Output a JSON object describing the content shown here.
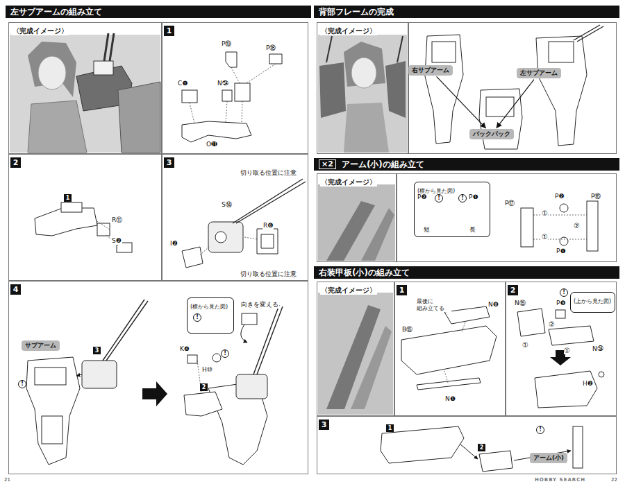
{
  "diagram": {
    "nodes": [
      {
        "text": [
          "左サブアームの組み立て"
        ]
      },
      {
        "text": [
          "〈完成イメージ〉"
        ]
      },
      {
        "text": [
          "1"
        ]
      },
      {
        "text": [
          "2"
        ]
      },
      {
        "text": [
          "3"
        ]
      },
      {
        "text": [
          "4"
        ]
      },
      {
        "text": [
          "サブアーム"
        ],
        "in": 5
      },
      {
        "text": [
          "(横から見た図)"
        ],
        "in": 5
      },
      {
        "text": [
          "背部フレームの完成"
        ]
      },
      {
        "text": [
          "〈完成イメージ〉"
        ]
      },
      {
        "text": [
          "右サブアーム"
        ]
      },
      {
        "text": [
          "左サブアーム"
        ]
      },
      {
        "text": [
          "バックパック"
        ]
      },
      {
        "text": [
          "×2",
          "アーム(小)の組み立て"
        ]
      },
      {
        "text": [
          "〈完成イメージ〉"
        ]
      },
      {
        "text": [
          "(横から見た図)"
        ]
      },
      {
        "text": [
          "右装甲板(小)の組み立て"
        ]
      },
      {
        "text": [
          "〈完成イメージ〉"
        ]
      },
      {
        "text": [
          "1"
        ]
      },
      {
        "text": [
          "2"
        ]
      },
      {
        "text": [
          "(上から見た図)"
        ],
        "in": 19
      },
      {
        "text": [
          "3"
        ]
      },
      {
        "text": [
          "アーム(小)"
        ],
        "in": 21
      }
    ],
    "edges": [
      {
        "from": 10,
        "to": 12,
        "arrow": "to"
      },
      {
        "from": 11,
        "to": 12,
        "arrow": "to"
      }
    ],
    "labels": [
      "P⑲",
      "P⑱",
      "C❶",
      "N㉔",
      "O⓫",
      "1",
      "R⑪",
      "S❷",
      "切り取る位置に注意",
      "S⑭",
      "R❻",
      "I❷",
      "切り取る位置に注意",
      "3",
      "!",
      "向きを変える",
      "!",
      "K❹",
      "H⑩",
      "!",
      "2",
      "P❷",
      "!",
      "!",
      "P❶",
      "短",
      "長",
      "P⑰",
      "P❷",
      "P⑯",
      "①",
      "②",
      "①",
      "P❶",
      "最後に 組み立てる",
      "N❽",
      "B⑮",
      "N❶",
      "N⑮",
      "!",
      "P❾",
      "②",
      "①",
      "①",
      "N㉖",
      "H❷",
      "1",
      "2",
      "!",
      "21",
      "22",
      "HOBBY SEARCH"
    ]
  }
}
